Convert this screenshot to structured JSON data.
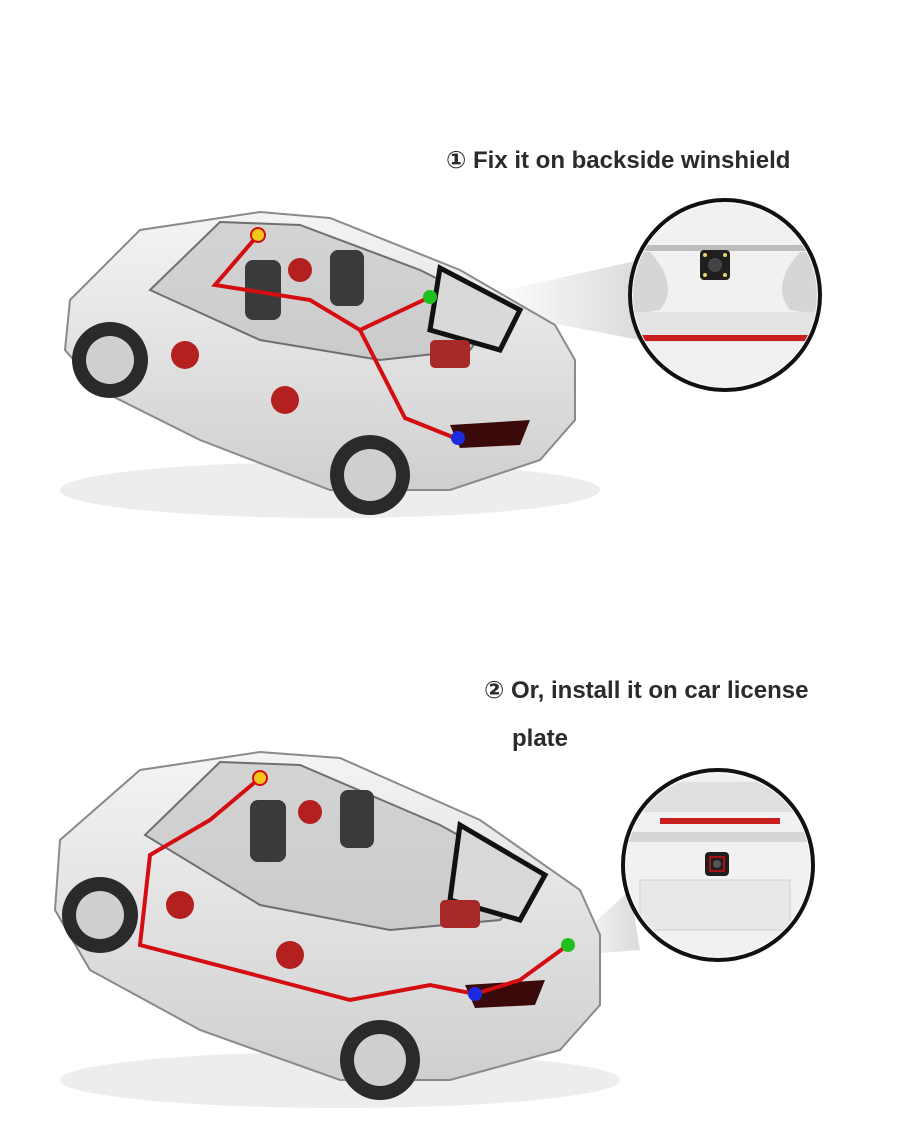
{
  "step1": {
    "caption": "① Fix it on backside winshield"
  },
  "step2": {
    "caption_line1": "② Or, install it on car license",
    "caption_line2": "plate"
  },
  "colors": {
    "wire": "#d40d12",
    "marker_start": "#f3c61a",
    "marker_camera": "#21c021",
    "marker_taillight": "#1b2be0",
    "callout_ring": "#111111"
  }
}
